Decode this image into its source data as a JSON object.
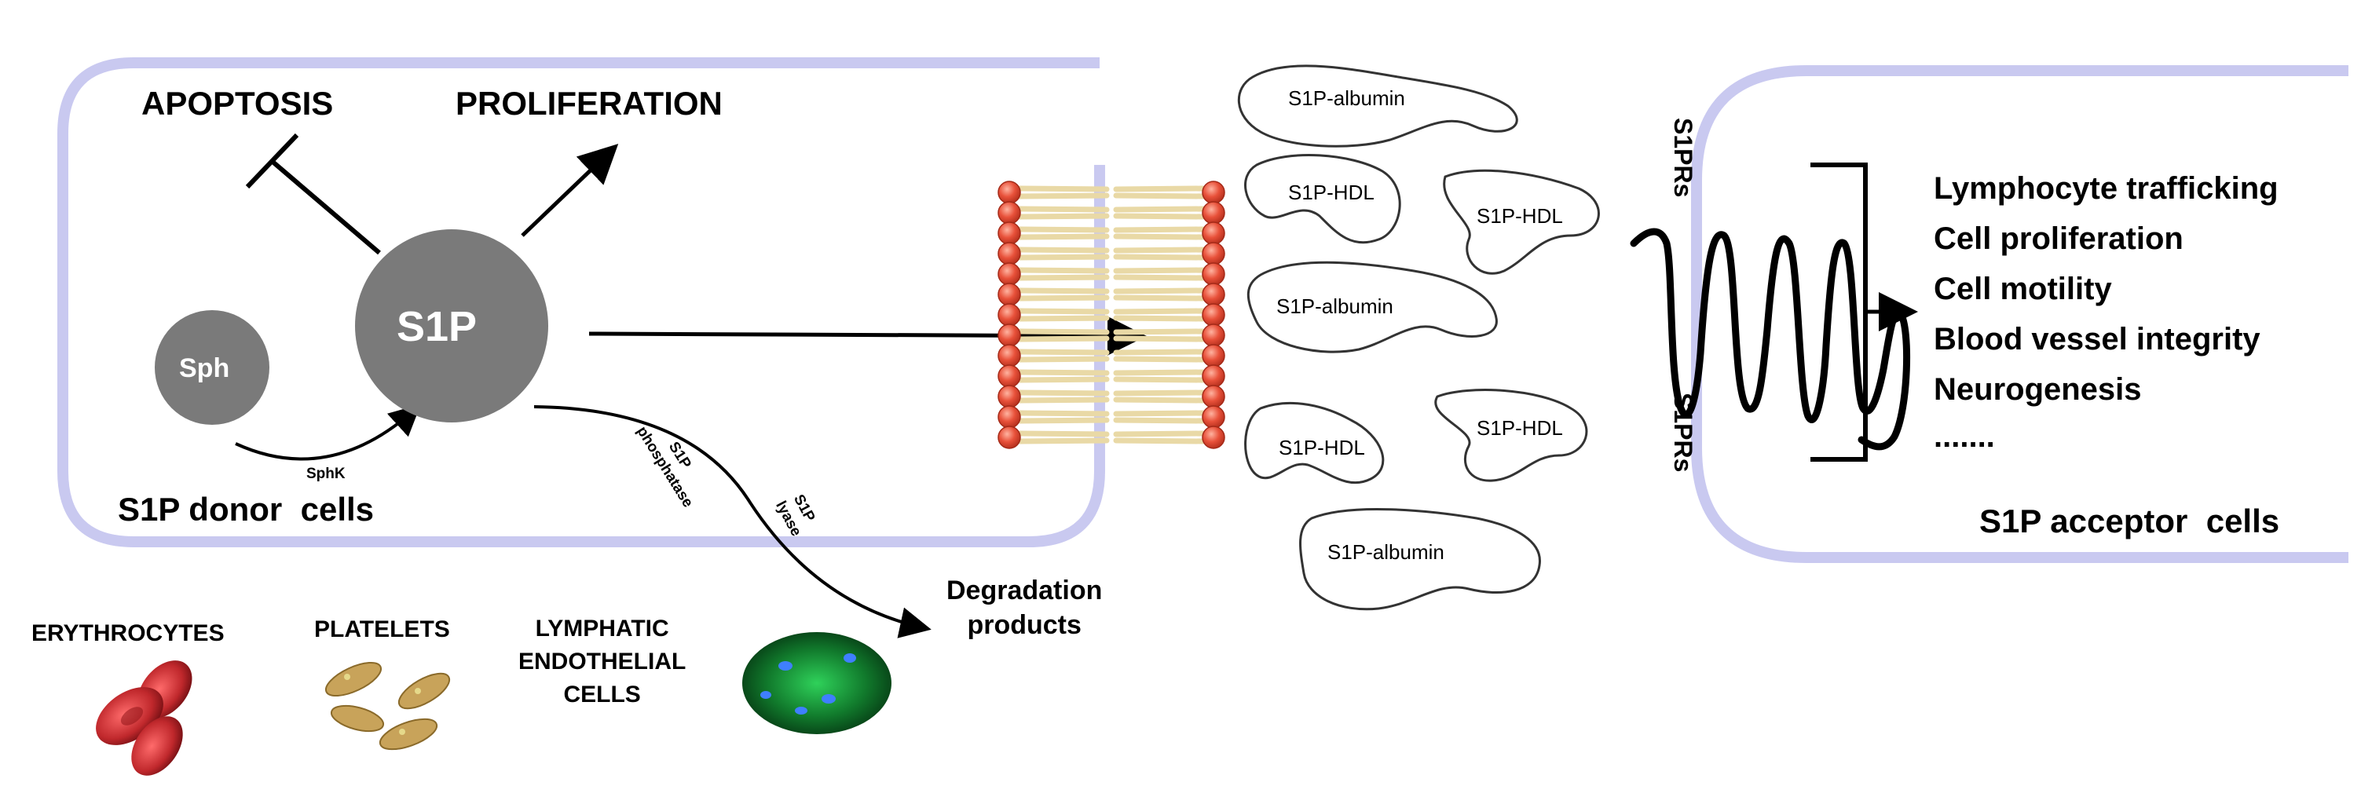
{
  "donor": {
    "apoptosis": "APOPTOSIS",
    "proliferation": "PROLIFERATION",
    "s1p": "S1P",
    "sph": "Sph",
    "sphk": "SphK",
    "phosphatase_l1": "S1P",
    "phosphatase_l2": "phosphatase",
    "lyase_l1": "S1P",
    "lyase_l2": "lyase",
    "title": "S1P donor  cells",
    "degradation_l1": "Degradation",
    "degradation_l2": "products"
  },
  "sources": [
    {
      "label": "ERYTHROCYTES"
    },
    {
      "label": "PLATELETS"
    },
    {
      "label": "LYMPHATIC\nENDOTHELIAL\nCELLS"
    }
  ],
  "carriers": [
    {
      "label": "S1P-albumin"
    },
    {
      "label": "S1P-HDL"
    },
    {
      "label": "S1P-HDL"
    },
    {
      "label": "S1P-albumin"
    },
    {
      "label": "S1P-HDL"
    },
    {
      "label": "S1P-HDL"
    },
    {
      "label": "S1P-albumin"
    }
  ],
  "acceptor": {
    "receptor_top": "S1PRs",
    "receptor_bottom": "S1PRs",
    "effects": [
      "Lymphocyte trafficking",
      "Cell proliferation",
      "Cell motility",
      "Blood vessel integrity",
      "Neurogenesis",
      "......."
    ],
    "title": "S1P acceptor  cells"
  },
  "colors": {
    "cell_border": "#c9c9f0",
    "node_fill": "#7a7a7a",
    "lipid_head": "#e8513a",
    "lipid_tail": "#e9d9a6",
    "erythrocyte": "#b8232a",
    "platelet": "#c8a35a",
    "endothelial": "#1f9a3a"
  }
}
